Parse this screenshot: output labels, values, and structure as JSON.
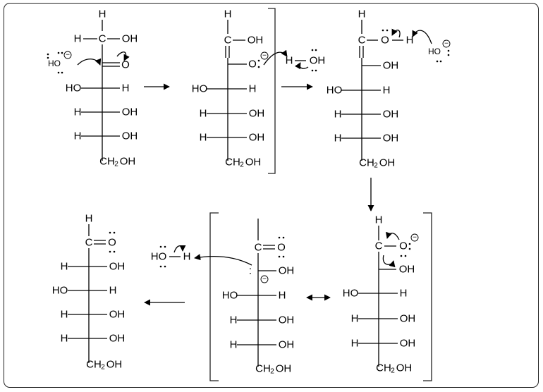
{
  "labels": {
    "h": "H",
    "oh": "OH",
    "ho": "HO",
    "c": "C",
    "o": "O",
    "ch2oh_main": "CH",
    "ch2oh_sub": "2",
    "ch2oh_tail": "OH",
    "minus": "−",
    "colon": ":"
  },
  "structures": [
    {
      "name": "fructose-keto-form"
    },
    {
      "name": "enolate-intermediate"
    },
    {
      "name": "enediol-intermediate"
    },
    {
      "name": "enediolate-resonance-a"
    },
    {
      "name": "enediolate-resonance-b"
    },
    {
      "name": "glucose-aldo-form"
    }
  ],
  "colors": {
    "ink": "#000000",
    "frame": "#222222"
  }
}
